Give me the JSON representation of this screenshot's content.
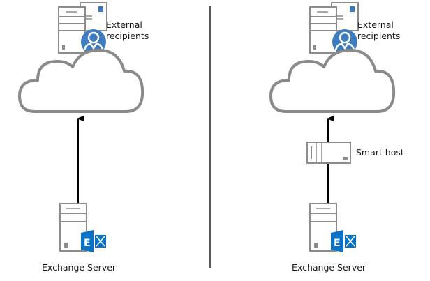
{
  "colors": {
    "icon_gray": "#8c8c8c",
    "cloud_gray": "#8a8a8a",
    "user_blue": "#3f7cbf",
    "exchange_blue": "#0a72c6",
    "arrow": "#000000",
    "divider": "#222222"
  },
  "left": {
    "recipients_label_line1": "External",
    "recipients_label_line2": "recipients",
    "server_label": "Exchange Server"
  },
  "right": {
    "recipients_label_line1": "External",
    "recipients_label_line2": "recipients",
    "smart_host_label": "Smart host",
    "server_label": "Exchange Server"
  }
}
